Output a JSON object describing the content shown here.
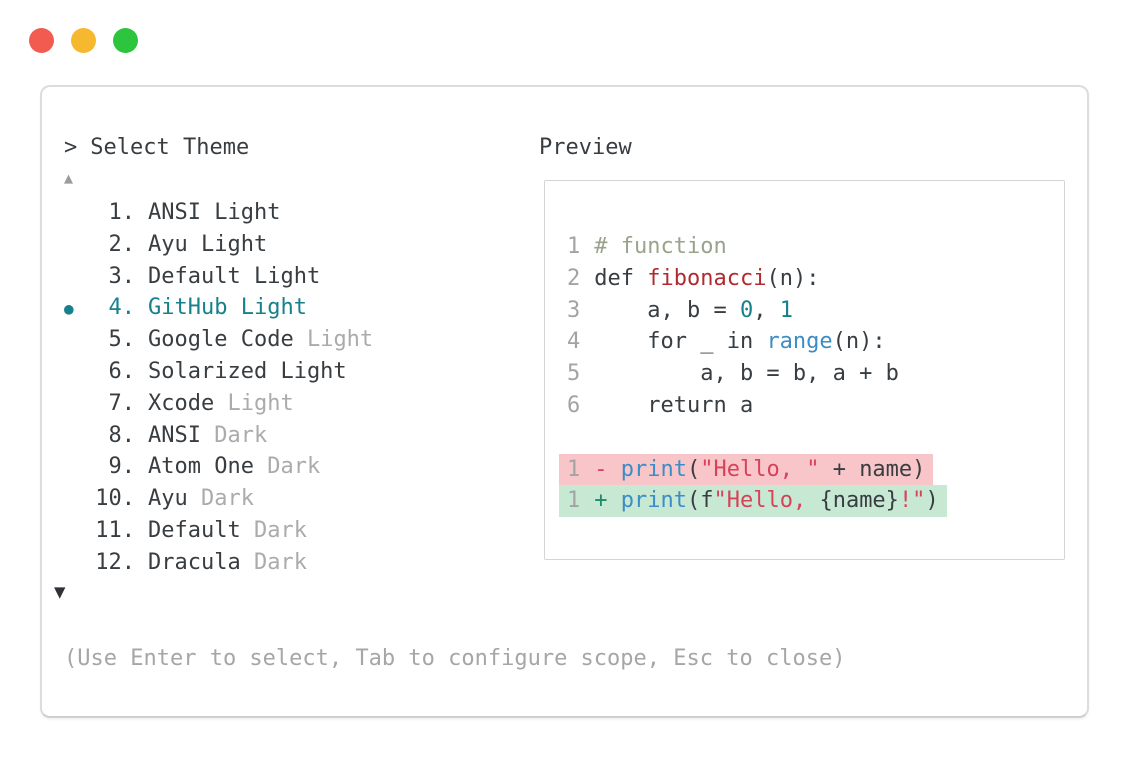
{
  "window_controls": {
    "close_color": "#f25c50",
    "minimize_color": "#f5b82e",
    "zoom_color": "#2dc53e"
  },
  "theme_selector": {
    "prompt_char": ">",
    "title": "Select Theme",
    "scroll_up_glyph": "▲",
    "scroll_down_glyph": "▼",
    "selected_bullet": "●",
    "items": [
      {
        "num": "1.",
        "name": "ANSI Light",
        "muted": "",
        "selected": false
      },
      {
        "num": "2.",
        "name": "Ayu Light",
        "muted": "",
        "selected": false
      },
      {
        "num": "3.",
        "name": "Default Light",
        "muted": "",
        "selected": false
      },
      {
        "num": "4.",
        "name": "GitHub Light",
        "muted": "",
        "selected": true
      },
      {
        "num": "5.",
        "name": "Google Code",
        "muted": "Light",
        "selected": false
      },
      {
        "num": "6.",
        "name": "Solarized Light",
        "muted": "",
        "selected": false
      },
      {
        "num": "7.",
        "name": "Xcode",
        "muted": "Light",
        "selected": false
      },
      {
        "num": "8.",
        "name": "ANSI",
        "muted": "Dark",
        "selected": false
      },
      {
        "num": "9.",
        "name": "Atom One",
        "muted": "Dark",
        "selected": false
      },
      {
        "num": "10.",
        "name": "Ayu",
        "muted": "Dark",
        "selected": false
      },
      {
        "num": "11.",
        "name": "Default",
        "muted": "Dark",
        "selected": false
      },
      {
        "num": "12.",
        "name": "Dracula",
        "muted": "Dark",
        "selected": false
      }
    ]
  },
  "preview": {
    "label": "Preview",
    "lines": [
      {
        "no": "1",
        "tokens": [
          [
            "# function",
            "comment"
          ]
        ]
      },
      {
        "no": "2",
        "tokens": [
          [
            "def ",
            "code"
          ],
          [
            "fibonacci",
            "func"
          ],
          [
            "(n):",
            "code"
          ]
        ]
      },
      {
        "no": "3",
        "tokens": [
          [
            "    a, b = ",
            "code"
          ],
          [
            "0",
            "lit"
          ],
          [
            ", ",
            "code"
          ],
          [
            "1",
            "lit"
          ]
        ]
      },
      {
        "no": "4",
        "tokens": [
          [
            "    for _ in ",
            "code"
          ],
          [
            "range",
            "blue"
          ],
          [
            "(n):",
            "code"
          ]
        ]
      },
      {
        "no": "5",
        "tokens": [
          [
            "        a, b = b, a + b",
            "code"
          ]
        ]
      },
      {
        "no": "6",
        "tokens": [
          [
            "    return a",
            "code"
          ]
        ]
      },
      {
        "no": "",
        "tokens": []
      },
      {
        "no": "1",
        "bg": "removed",
        "tokens": [
          [
            "- ",
            "minus"
          ],
          [
            "print",
            "blue"
          ],
          [
            "(",
            "code"
          ],
          [
            "\"Hello, \"",
            "str"
          ],
          [
            " + name)",
            "code"
          ]
        ]
      },
      {
        "no": "1",
        "bg": "added",
        "tokens": [
          [
            "+ ",
            "plus"
          ],
          [
            "print",
            "blue"
          ],
          [
            "(f",
            "code"
          ],
          [
            "\"Hello, ",
            "str"
          ],
          [
            "{name}",
            "code"
          ],
          [
            "!\"",
            "str"
          ],
          [
            ")",
            "code"
          ]
        ]
      }
    ]
  },
  "footer": {
    "hint": "(Use Enter to select, Tab to configure scope, Esc to close)"
  },
  "colors": {
    "selected_teal": "#17818b",
    "text_dark": "#383d42",
    "text_muted": "#ababab",
    "comment_olive": "#99a38c",
    "function_red": "#b02a30",
    "string_red": "#d8415a",
    "call_blue": "#3c8dc5",
    "literal_teal": "#17818b",
    "diff_plus_green": "#1d8a68",
    "diff_removed_bg": "#f8c6c9",
    "diff_added_bg": "#c7e9d4"
  }
}
